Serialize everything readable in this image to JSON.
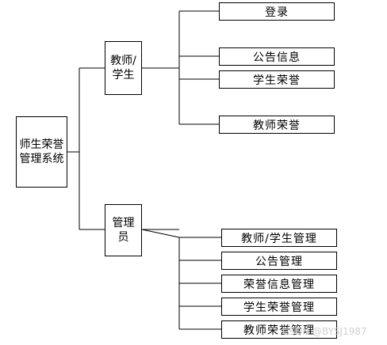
{
  "root": {
    "label": "师生荣誉管理系统"
  },
  "groups": [
    {
      "label": "教师/学生",
      "children": [
        "登录",
        "公告信息",
        "学生荣誉",
        "教师荣誉"
      ]
    },
    {
      "label": "管理员",
      "children": [
        "教师/学生管理",
        "公告管理",
        "荣誉信息管理",
        "学生荣誉管理",
        "教师荣誉管理"
      ]
    }
  ],
  "watermark": "CSDN @BYSJ1987",
  "colors": {
    "line": "#000000",
    "background": "#ffffff"
  }
}
